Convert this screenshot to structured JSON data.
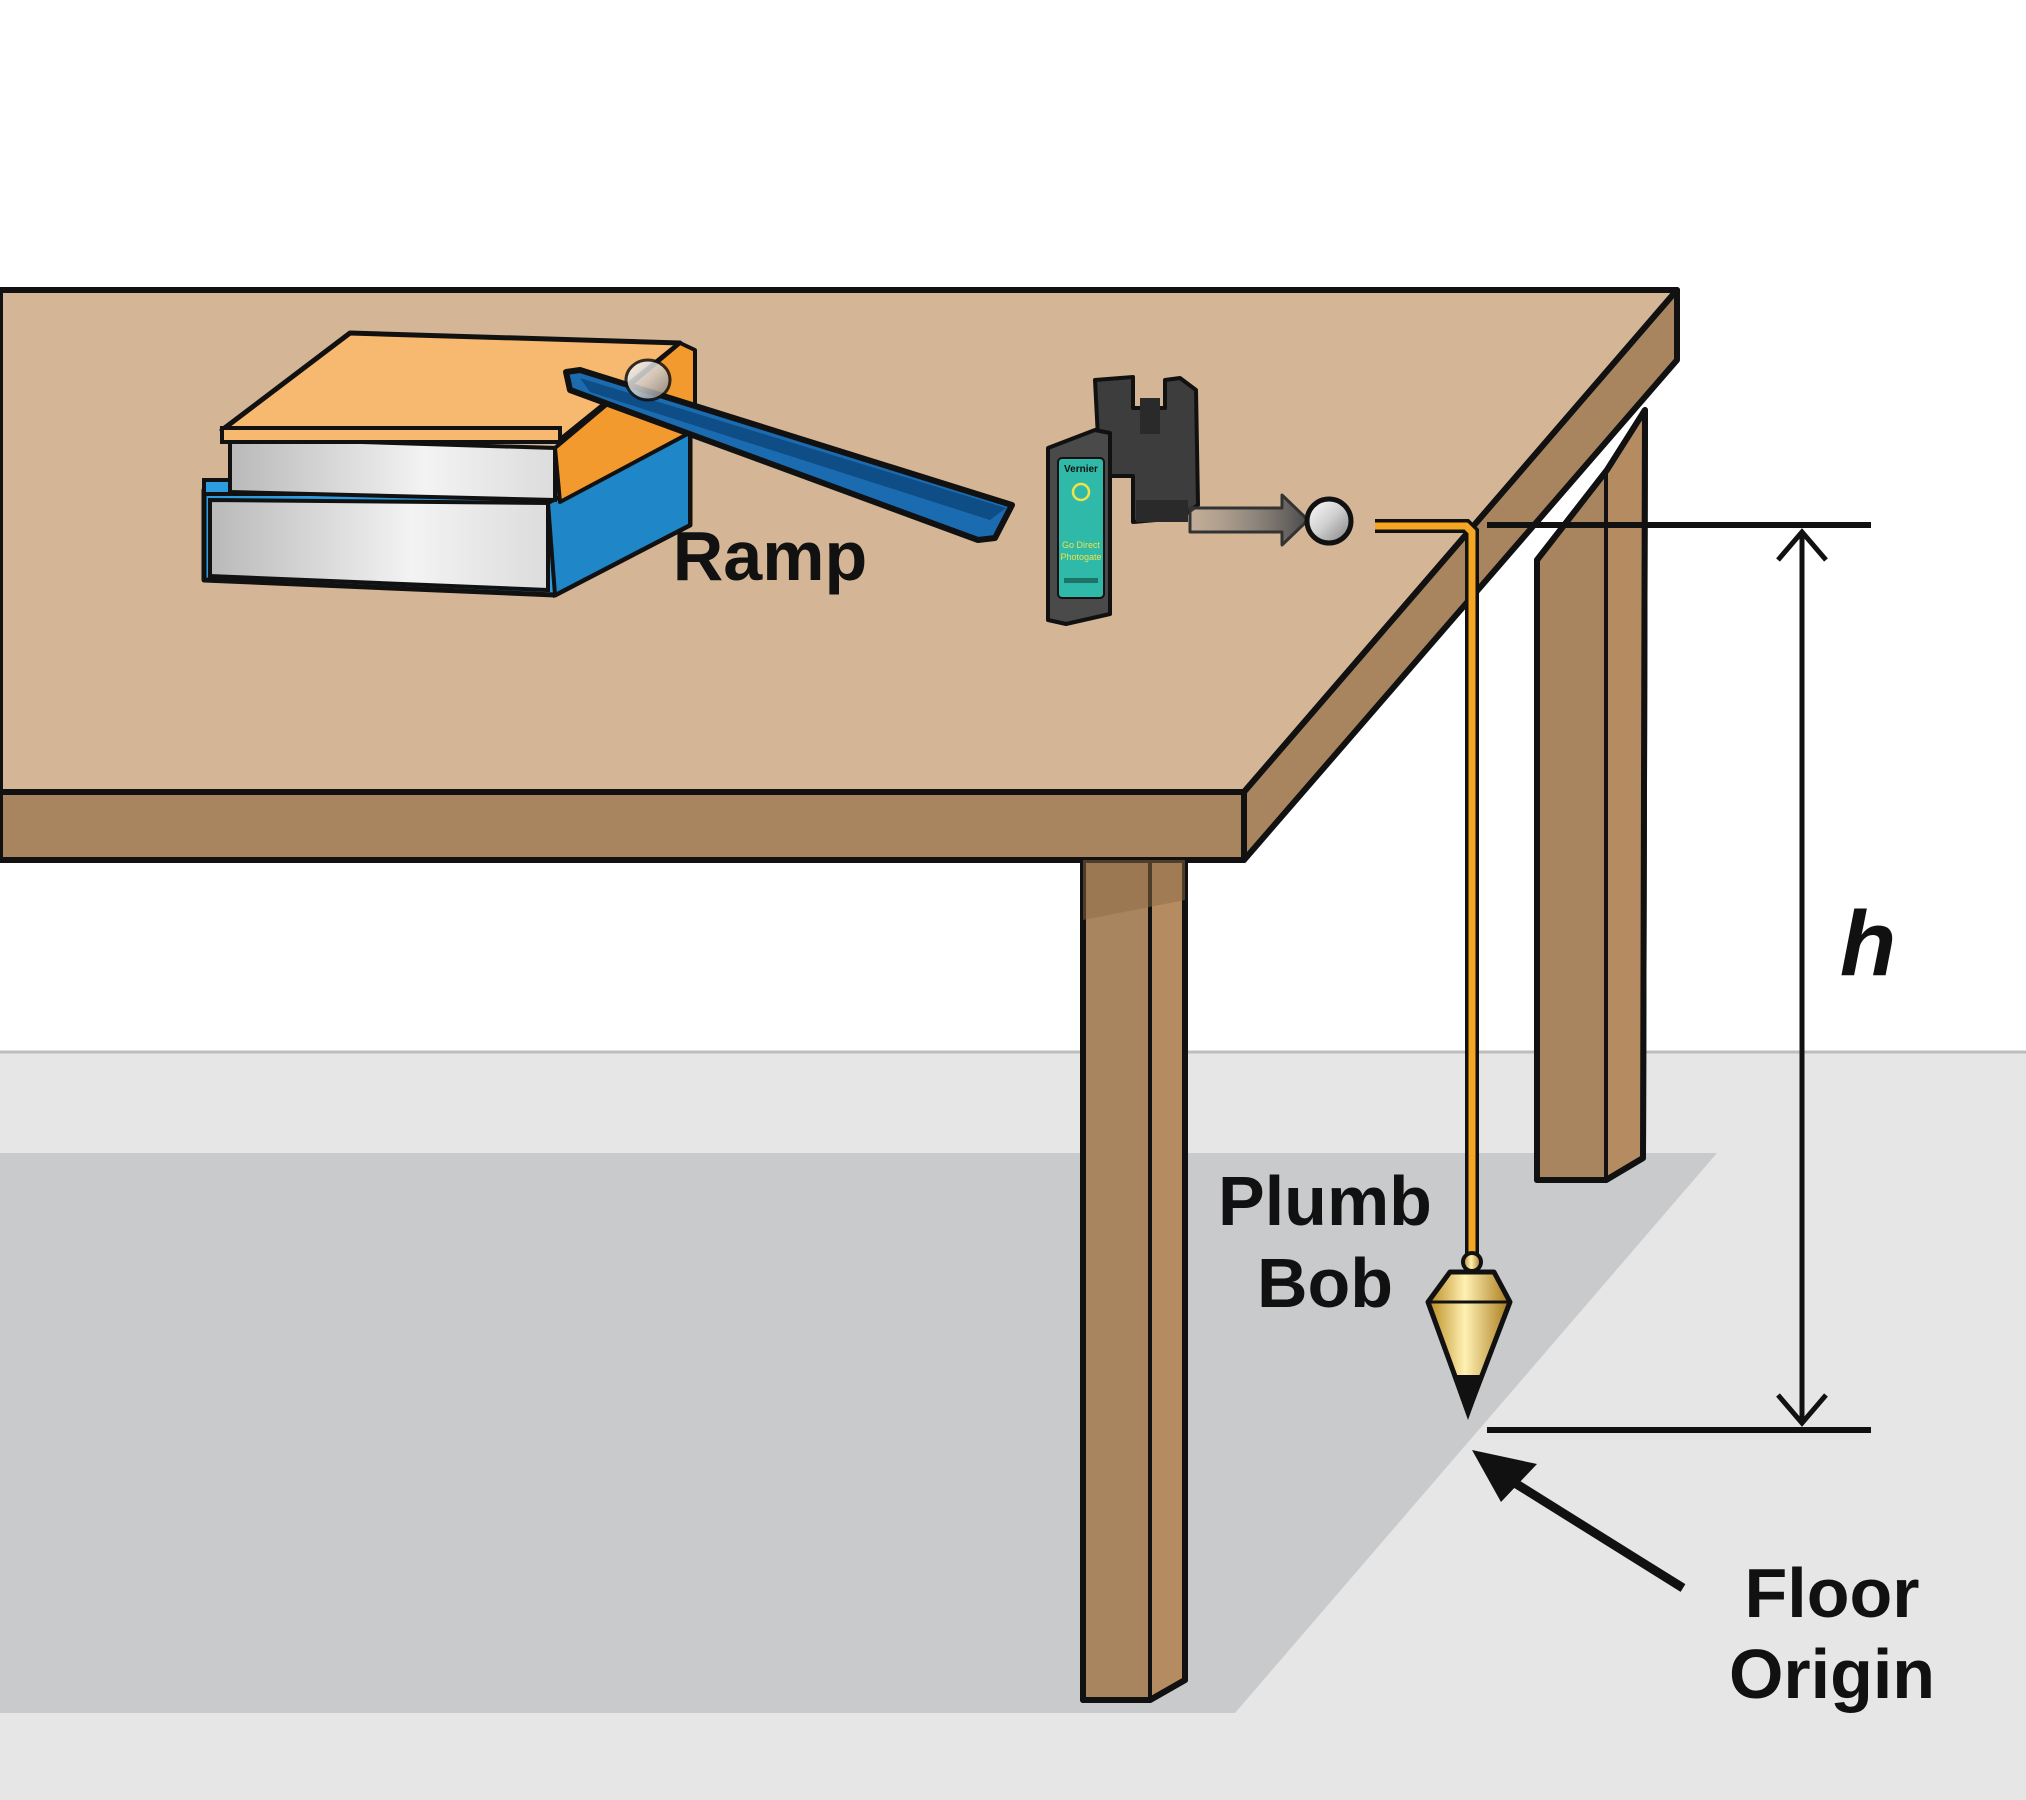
{
  "labels": {
    "ramp": "Ramp",
    "plumb_line1": "Plumb",
    "plumb_line2": "Bob",
    "height_symbol": "h",
    "floor_line1": "Floor",
    "floor_line2": "Origin"
  },
  "photogate": {
    "brand": "Vernier",
    "line1": "Go Direct",
    "line2": "Photogate"
  },
  "colors": {
    "table_top": "#d4b696",
    "table_edge": "#a8845f",
    "table_leg": "#b58c62",
    "floor": "#e6e6e7",
    "floor_shadow": "#c9cacc",
    "ramp": "#1a6bb0",
    "book_top": "#f7b96f",
    "book_bottom": "#2e9de0",
    "plumb_line": "#f5a623",
    "photogate_label": "#2fb9a8"
  }
}
